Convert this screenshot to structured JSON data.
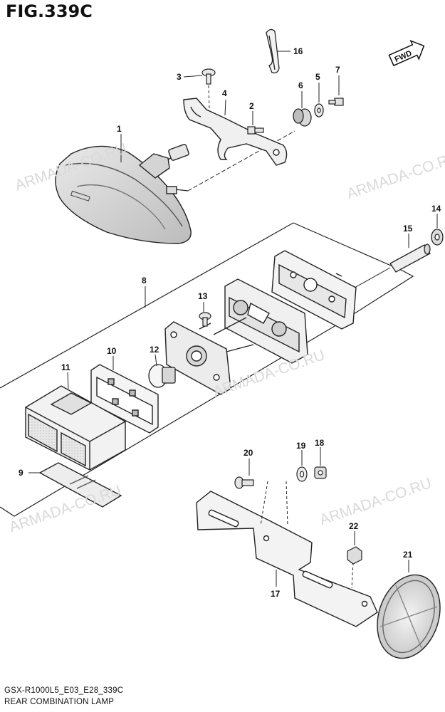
{
  "figure": {
    "title": "FIG.339C",
    "model_code": "GSX-R1000L5_E03_E28_339C",
    "caption": "REAR COMBINATION LAMP",
    "direction_label": "FWD"
  },
  "watermark": {
    "text": "ARMADA-CO.RU"
  },
  "callouts": [
    {
      "id": "1",
      "part": "rear-combination-lamp"
    },
    {
      "id": "2",
      "part": "screw"
    },
    {
      "id": "3",
      "part": "screw"
    },
    {
      "id": "4",
      "part": "lamp-bracket"
    },
    {
      "id": "5",
      "part": "washer"
    },
    {
      "id": "6",
      "part": "grommet"
    },
    {
      "id": "7",
      "part": "bolt"
    },
    {
      "id": "8",
      "part": "license-plate-lamp-assembly"
    },
    {
      "id": "9",
      "part": "lens"
    },
    {
      "id": "10",
      "part": "gasket"
    },
    {
      "id": "11",
      "part": "lens-housing"
    },
    {
      "id": "12",
      "part": "bulb"
    },
    {
      "id": "13",
      "part": "screw"
    },
    {
      "id": "14",
      "part": "nut"
    },
    {
      "id": "15",
      "part": "spacer"
    },
    {
      "id": "16",
      "part": "cable-clamp"
    },
    {
      "id": "17",
      "part": "reflector-bracket"
    },
    {
      "id": "18",
      "part": "nut"
    },
    {
      "id": "19",
      "part": "washer"
    },
    {
      "id": "20",
      "part": "bolt"
    },
    {
      "id": "21",
      "part": "reflector"
    },
    {
      "id": "22",
      "part": "nut"
    }
  ]
}
